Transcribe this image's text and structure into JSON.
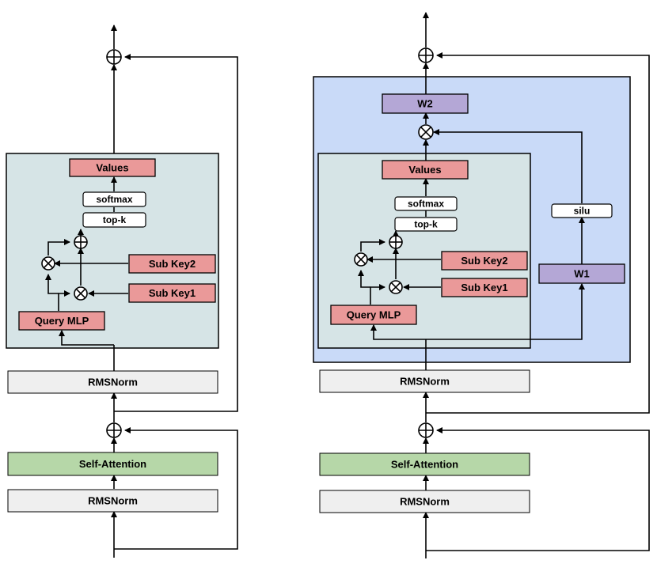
{
  "left_block": {
    "values": "Values",
    "softmax": "softmax",
    "topk": "top-k",
    "subkey2": "Sub Key2",
    "subkey1": "Sub Key1",
    "query_mlp": "Query MLP",
    "rmsnorm_top": "RMSNorm",
    "self_attention": "Self-Attention",
    "rmsnorm_bottom": "RMSNorm"
  },
  "right_block": {
    "w2": "W2",
    "values": "Values",
    "softmax": "softmax",
    "topk": "top-k",
    "subkey2": "Sub Key2",
    "subkey1": "Sub Key1",
    "query_mlp": "Query MLP",
    "silu": "silu",
    "w1": "W1",
    "rmsnorm_top": "RMSNorm",
    "self_attention": "Self-Attention",
    "rmsnorm_bottom": "RMSNorm"
  },
  "colors": {
    "memory_bg": "#d6e4e6",
    "outer_bg": "#c9daf8",
    "key_fill": "#ea9999",
    "w_fill": "#b4a7d6",
    "attn_fill": "#b6d7a8",
    "norm_fill": "#efefef"
  }
}
